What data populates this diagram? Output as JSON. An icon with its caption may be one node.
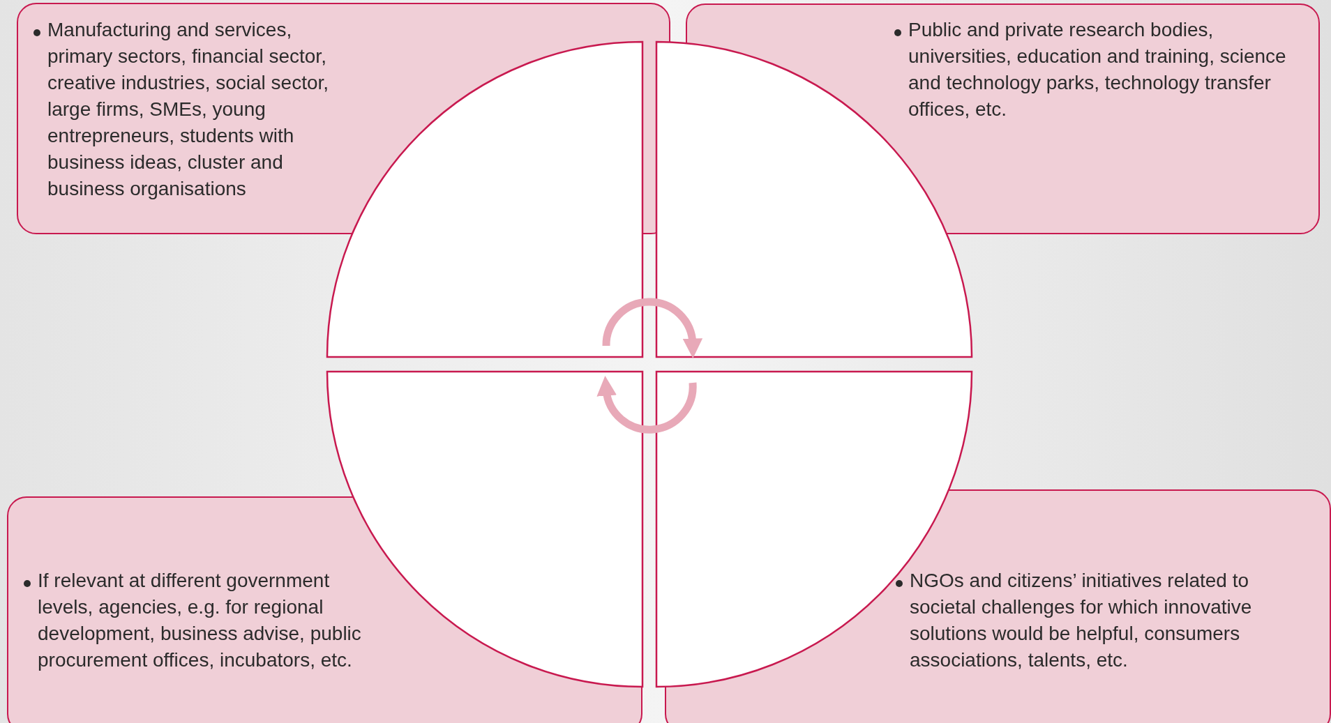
{
  "diagram": {
    "nodes": [
      {
        "text": [
          "Manufacturing and services, primary sectors, financial sector, creative industries, social sector, large firms, SMEs, young entrepreneurs, students with business ideas, cluster and business organisations"
        ]
      },
      {
        "text": [
          "Public and private research bodies, universities, education and training, science and technology parks, technology transfer offices, etc."
        ]
      },
      {
        "text": [
          "If relevant at different government levels, agencies, e.g. for regional development, business advise, public procurement offices, incubators, etc."
        ]
      },
      {
        "text": [
          "NGOs and citizens’ initiatives related to societal challenges for which innovative solutions would be helpful, consumers associations, talents, etc."
        ]
      },
      {
        "text": [],
        "shape": "sector"
      },
      {
        "text": [],
        "shape": "sector"
      },
      {
        "text": [],
        "shape": "sector"
      },
      {
        "text": [],
        "shape": "sector"
      }
    ],
    "edges": [
      {
        "from": 4,
        "to": 5,
        "arrow": "to"
      },
      {
        "from": 7,
        "to": 6,
        "arrow": "to"
      }
    ]
  }
}
